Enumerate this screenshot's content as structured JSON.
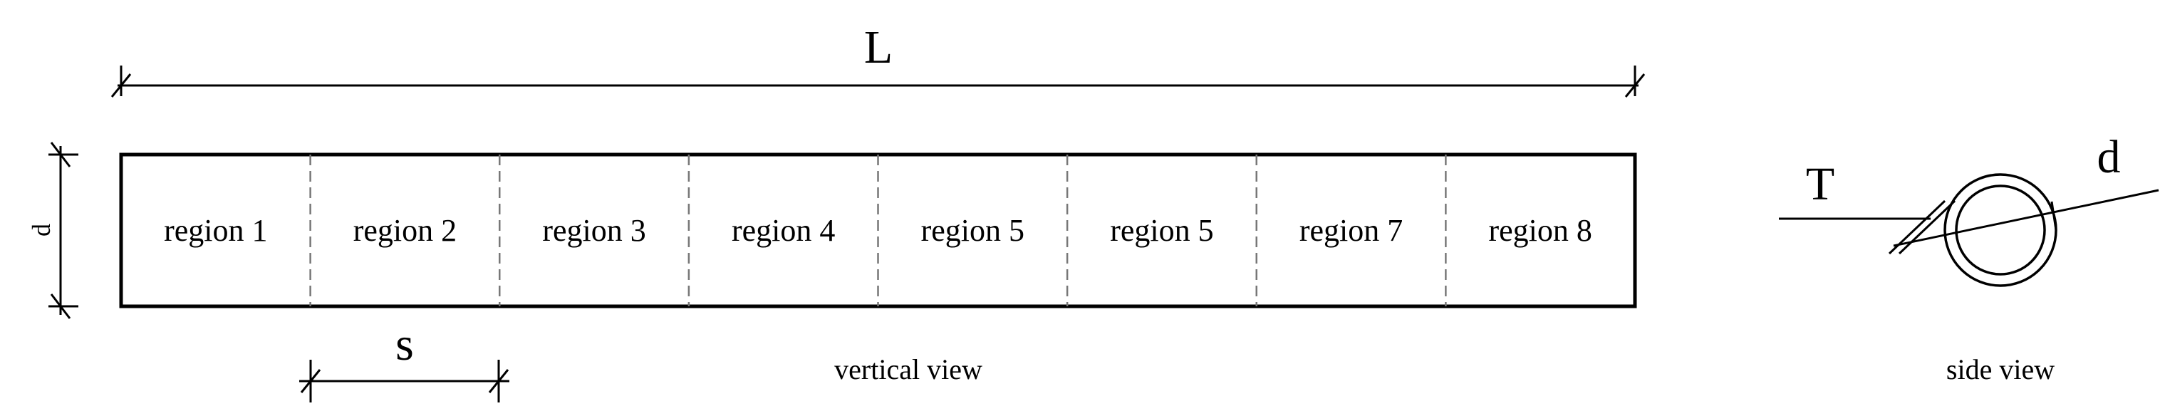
{
  "vertical_view": {
    "length_label": "L",
    "diameter_label": "d",
    "spacing_label": "s",
    "caption": "vertical view",
    "regions": [
      {
        "label": "region 1"
      },
      {
        "label": "region 2"
      },
      {
        "label": "region 3"
      },
      {
        "label": "region 4"
      },
      {
        "label": "region 5"
      },
      {
        "label": "region 5"
      },
      {
        "label": "region 7"
      },
      {
        "label": "region 8"
      }
    ]
  },
  "side_view": {
    "thickness_label": "T",
    "diameter_label": "d",
    "caption": "side view"
  }
}
